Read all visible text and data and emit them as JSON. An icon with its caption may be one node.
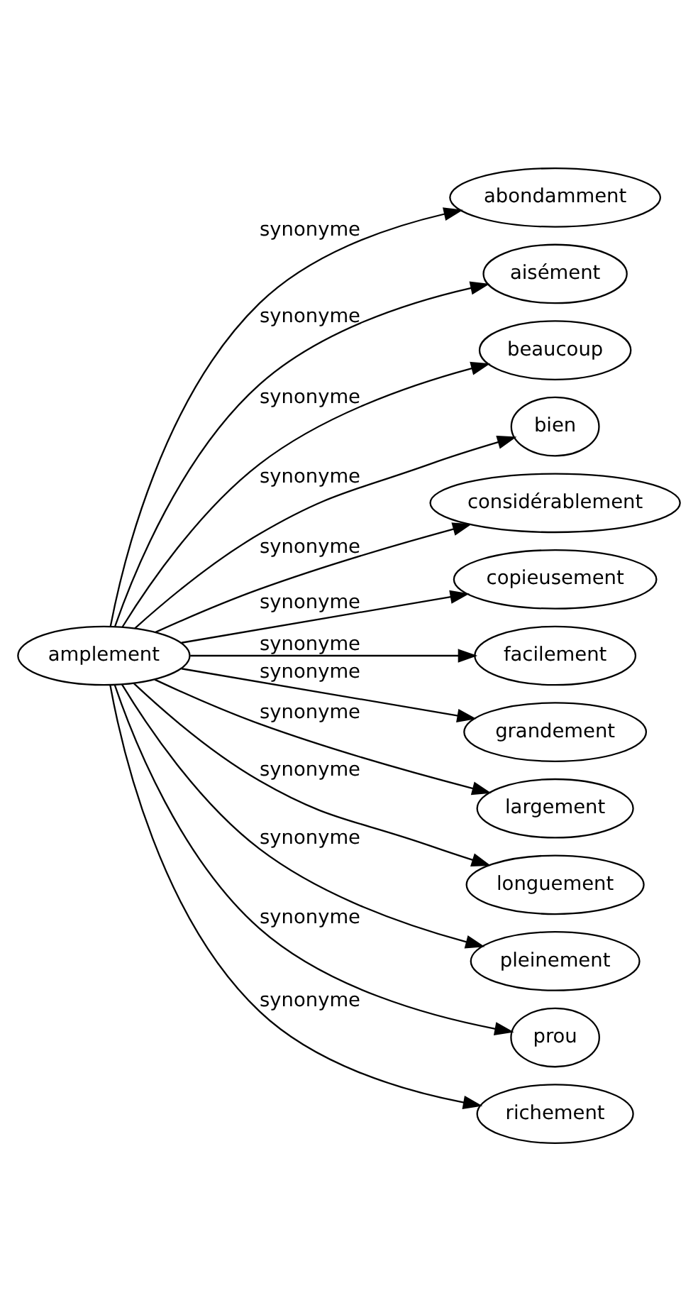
{
  "diagram": {
    "nodes": [
      {
        "text": [
          "amplement"
        ]
      },
      {
        "text": [
          "abondamment"
        ]
      },
      {
        "text": [
          "aisément"
        ]
      },
      {
        "text": [
          "beaucoup"
        ]
      },
      {
        "text": [
          "bien"
        ]
      },
      {
        "text": [
          "considérablement"
        ]
      },
      {
        "text": [
          "copieusement"
        ]
      },
      {
        "text": [
          "facilement"
        ]
      },
      {
        "text": [
          "grandement"
        ]
      },
      {
        "text": [
          "largement"
        ]
      },
      {
        "text": [
          "longuement"
        ]
      },
      {
        "text": [
          "pleinement"
        ]
      },
      {
        "text": [
          "prou"
        ]
      },
      {
        "text": [
          "richement"
        ]
      }
    ],
    "edges": [
      {
        "from": 0,
        "to": 1,
        "arrow": "to",
        "label": "synonyme"
      },
      {
        "from": 0,
        "to": 2,
        "arrow": "to",
        "label": "synonyme"
      },
      {
        "from": 0,
        "to": 3,
        "arrow": "to",
        "label": "synonyme"
      },
      {
        "from": 0,
        "to": 4,
        "arrow": "to",
        "label": "synonyme"
      },
      {
        "from": 0,
        "to": 5,
        "arrow": "to",
        "label": "synonyme"
      },
      {
        "from": 0,
        "to": 6,
        "arrow": "to",
        "label": "synonyme"
      },
      {
        "from": 0,
        "to": 7,
        "arrow": "to",
        "label": "synonyme"
      },
      {
        "from": 0,
        "to": 8,
        "arrow": "to",
        "label": "synonyme"
      },
      {
        "from": 0,
        "to": 9,
        "arrow": "to",
        "label": "synonyme"
      },
      {
        "from": 0,
        "to": 10,
        "arrow": "to",
        "label": "synonyme"
      },
      {
        "from": 0,
        "to": 11,
        "arrow": "to",
        "label": "synonyme"
      },
      {
        "from": 0,
        "to": 12,
        "arrow": "to",
        "label": "synonyme"
      },
      {
        "from": 0,
        "to": 13,
        "arrow": "to",
        "label": "synonyme"
      }
    ]
  }
}
